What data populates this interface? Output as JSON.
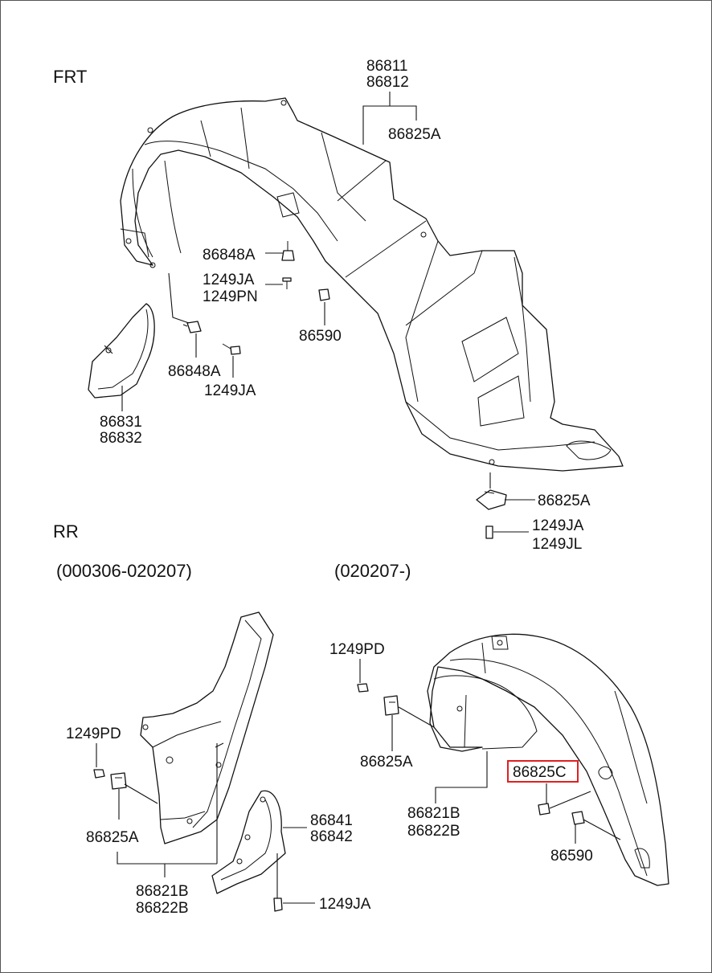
{
  "sections": {
    "front": "FRT",
    "rear": "RR",
    "rear_early": "(000306-020207)",
    "rear_late": "(020207-)"
  },
  "labels": {
    "f_86811": "86811",
    "f_86812": "86812",
    "f_86825A_top": "86825A",
    "f_86848A_upper": "86848A",
    "f_1249JA_upper": "1249JA",
    "f_1249PN": "1249PN",
    "f_86590": "86590",
    "f_86848A_lower": "86848A",
    "f_1249JA_lower": "1249JA",
    "f_86831": "86831",
    "f_86832": "86832",
    "f_86825A_bottom": "86825A",
    "f_1249JA_bottom": "1249JA",
    "f_1249JL": "1249JL",
    "re_1249PD": "1249PD",
    "re_86825A": "86825A",
    "re_86821B": "86821B",
    "re_86822B": "86822B",
    "re_86841": "86841",
    "re_86842": "86842",
    "re_1249JA": "1249JA",
    "rl_1249PD": "1249PD",
    "rl_86825A": "86825A",
    "rl_86821B": "86821B",
    "rl_86822B": "86822B",
    "rl_86825C": "86825C",
    "rl_86590": "86590"
  },
  "colors": {
    "highlight": "#e02020",
    "line": "#111111"
  }
}
